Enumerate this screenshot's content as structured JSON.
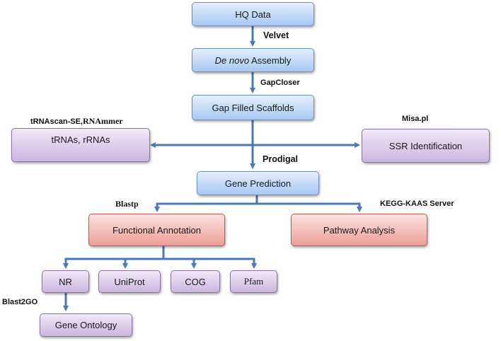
{
  "nodes": {
    "hq_data": "HQ Data",
    "de_novo_italic": "De novo",
    "de_novo_rest": " Assembly",
    "gap_filled": "Gap Filled Scaffolds",
    "trnas_rrnas": "tRNAs, rRNAs",
    "ssr": "SSR Identification",
    "gene_prediction": "Gene Prediction",
    "functional_annotation": "Functional Annotation",
    "pathway_analysis": "Pathway Analysis",
    "nr": "NR",
    "uniprot": "UniProt",
    "cog": "COG",
    "pfam": "Pfam",
    "gene_ontology": "Gene Ontology"
  },
  "edge_labels": {
    "velvet": "Velvet",
    "gapcloser": "GapCloser",
    "trnascan": "tRNAscan-SE,",
    "rnammer": "RNAmmer",
    "misa": "Misa.pl",
    "prodigal": "Prodigal",
    "blastp": "Blastp",
    "kegg": "KEGG-KAAS Server",
    "blast2go": "Blast2GO"
  },
  "colors": {
    "arrow": "#4a78b8",
    "blue_box": "#a9c7f2",
    "purple_box": "#cbb6de",
    "red_box": "#ee9d98"
  }
}
